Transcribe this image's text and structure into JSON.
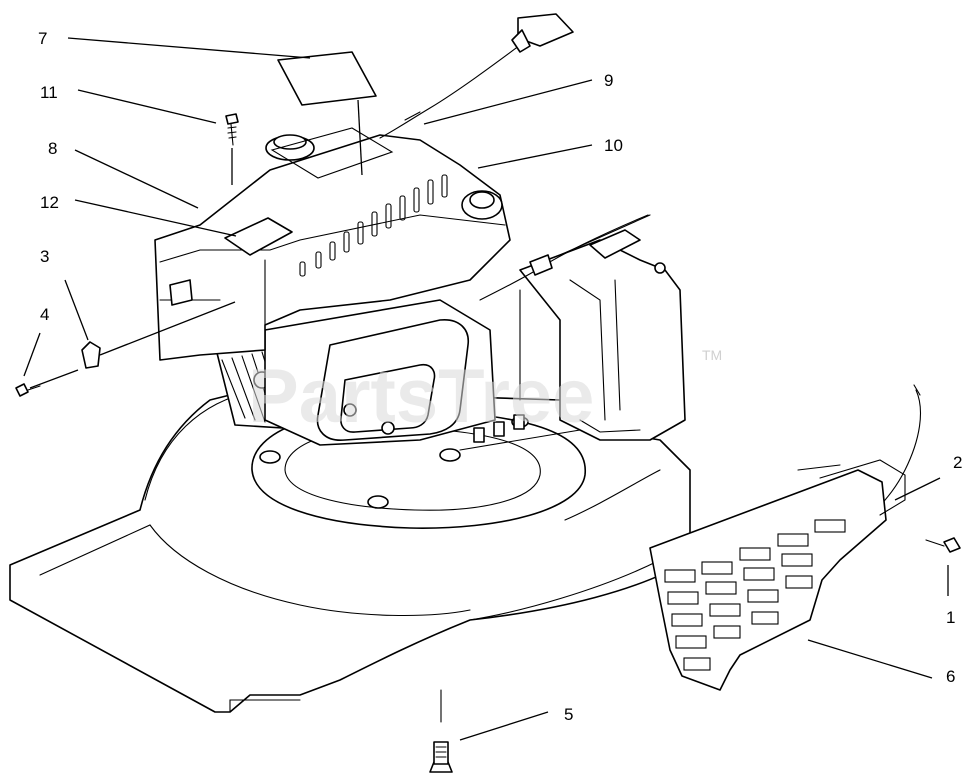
{
  "diagram": {
    "watermark": "PartsTree",
    "watermark_mark": "TM",
    "callouts": [
      {
        "id": "c7",
        "label": "7"
      },
      {
        "id": "c11",
        "label": "11"
      },
      {
        "id": "c8",
        "label": "8"
      },
      {
        "id": "c12",
        "label": "12"
      },
      {
        "id": "c3",
        "label": "3"
      },
      {
        "id": "c4",
        "label": "4"
      },
      {
        "id": "c9",
        "label": "9"
      },
      {
        "id": "c10",
        "label": "10"
      },
      {
        "id": "c2",
        "label": "2"
      },
      {
        "id": "c1",
        "label": "1"
      },
      {
        "id": "c6",
        "label": "6"
      },
      {
        "id": "c5",
        "label": "5"
      }
    ]
  }
}
